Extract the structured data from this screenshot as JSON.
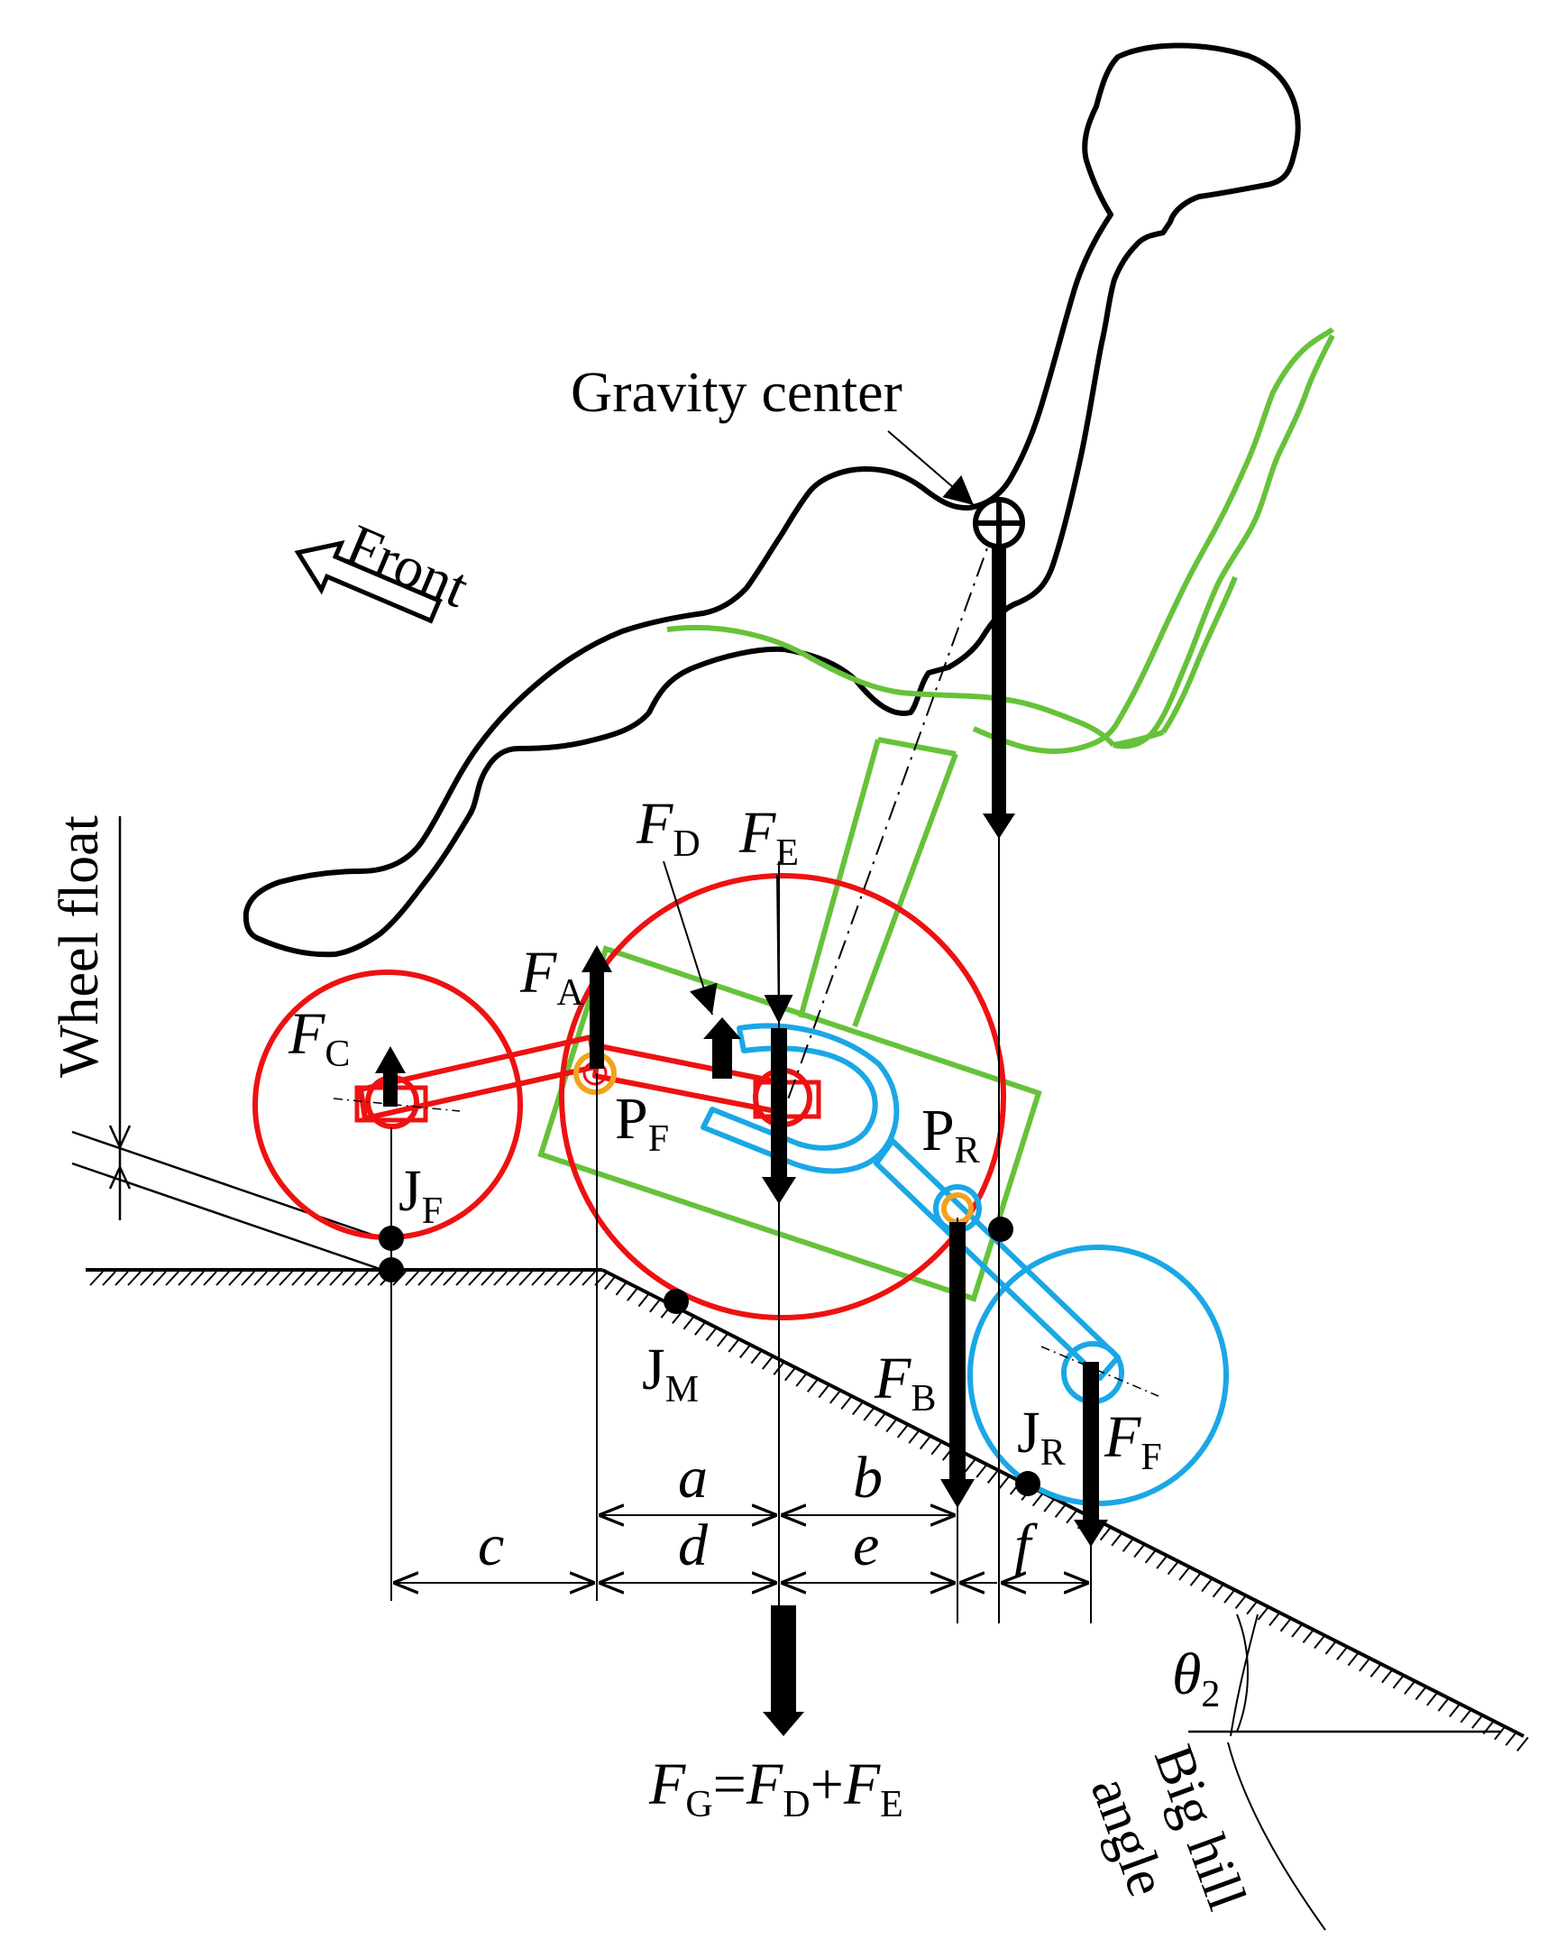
{
  "labels": {
    "gravity_center": "Gravity center",
    "front": "Front",
    "wheel_float": "Wheel float",
    "big_hill": "Big hill",
    "angle": "angle",
    "theta": "θ",
    "theta_sub": "2"
  },
  "forces": {
    "FA": {
      "main": "F",
      "sub": "A"
    },
    "FB": {
      "main": "F",
      "sub": "B"
    },
    "FC": {
      "main": "F",
      "sub": "C"
    },
    "FD": {
      "main": "F",
      "sub": "D"
    },
    "FE": {
      "main": "F",
      "sub": "E"
    },
    "FF": {
      "main": "F",
      "sub": "F"
    }
  },
  "equation": {
    "lhs": "F",
    "lhs_sub": "G",
    "eq": "=",
    "t1": "F",
    "t1_sub": "D",
    "plus": "+",
    "t2": "F",
    "t2_sub": "E"
  },
  "points": {
    "PF": {
      "main": "P",
      "sub": "F"
    },
    "PR": {
      "main": "P",
      "sub": "R"
    },
    "JF": {
      "main": "J",
      "sub": "F"
    },
    "JM": {
      "main": "J",
      "sub": "M"
    },
    "JR": {
      "main": "J",
      "sub": "R"
    }
  },
  "dimensions": {
    "a": "a",
    "b": "b",
    "c": "c",
    "d": "d",
    "e": "e",
    "f": "f"
  },
  "colors": {
    "outline": "#000000",
    "front_wheels": "#ee1111",
    "rear_wheel": "#1aa7e6",
    "chair": "#66c23a",
    "joint": "#f2a31b"
  }
}
